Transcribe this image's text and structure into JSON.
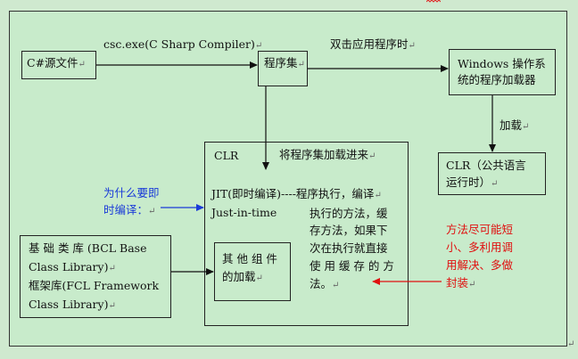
{
  "marks": {
    "return": "↵"
  },
  "nodes": {
    "csharp_source": "C#源文件",
    "assembly": "程序集",
    "windows_loader_line1": "Windows 操作系",
    "windows_loader_line2": "统的程序加载器",
    "clr_runtime_line1": "CLR（公共语言",
    "clr_runtime_line2": "运行时）",
    "components_line1": "其 他 组 件",
    "components_line2": "的加载",
    "bcl_line1": "基 础 类 库 (BCL   Base",
    "bcl_line2": "Class Library)",
    "fcl_line1": "框架库(FCL  Framework",
    "fcl_line2": "Class Library)"
  },
  "edges": {
    "compiler": "csc.exe(C Sharp Compiler)",
    "double_click": "双击应用程序时",
    "load": "加载"
  },
  "clr": {
    "title": "CLR",
    "load_assembly": "将程序集加载进来",
    "jit_line": "JIT(即时编译)----程序执行，编译",
    "just_in_time": "Just-in-time",
    "desc_line1": "执行的方法，缓",
    "desc_line2": "存方法，如果下",
    "desc_line3": "次在执行就直接",
    "desc_line4": "使 用 缓 存 的 方",
    "desc_line5": "法。"
  },
  "notes": {
    "why_jit_line1": "为什么要即",
    "why_jit_line2": "时编译：",
    "tip_line1": "方法尽可能短",
    "tip_line2": "小、多利用调",
    "tip_line3": "用解决、多做",
    "tip_line4": "封装"
  },
  "colors": {
    "background": "#c8ebcb",
    "note_blue": "#1a3bd8",
    "note_red": "#e01010"
  }
}
